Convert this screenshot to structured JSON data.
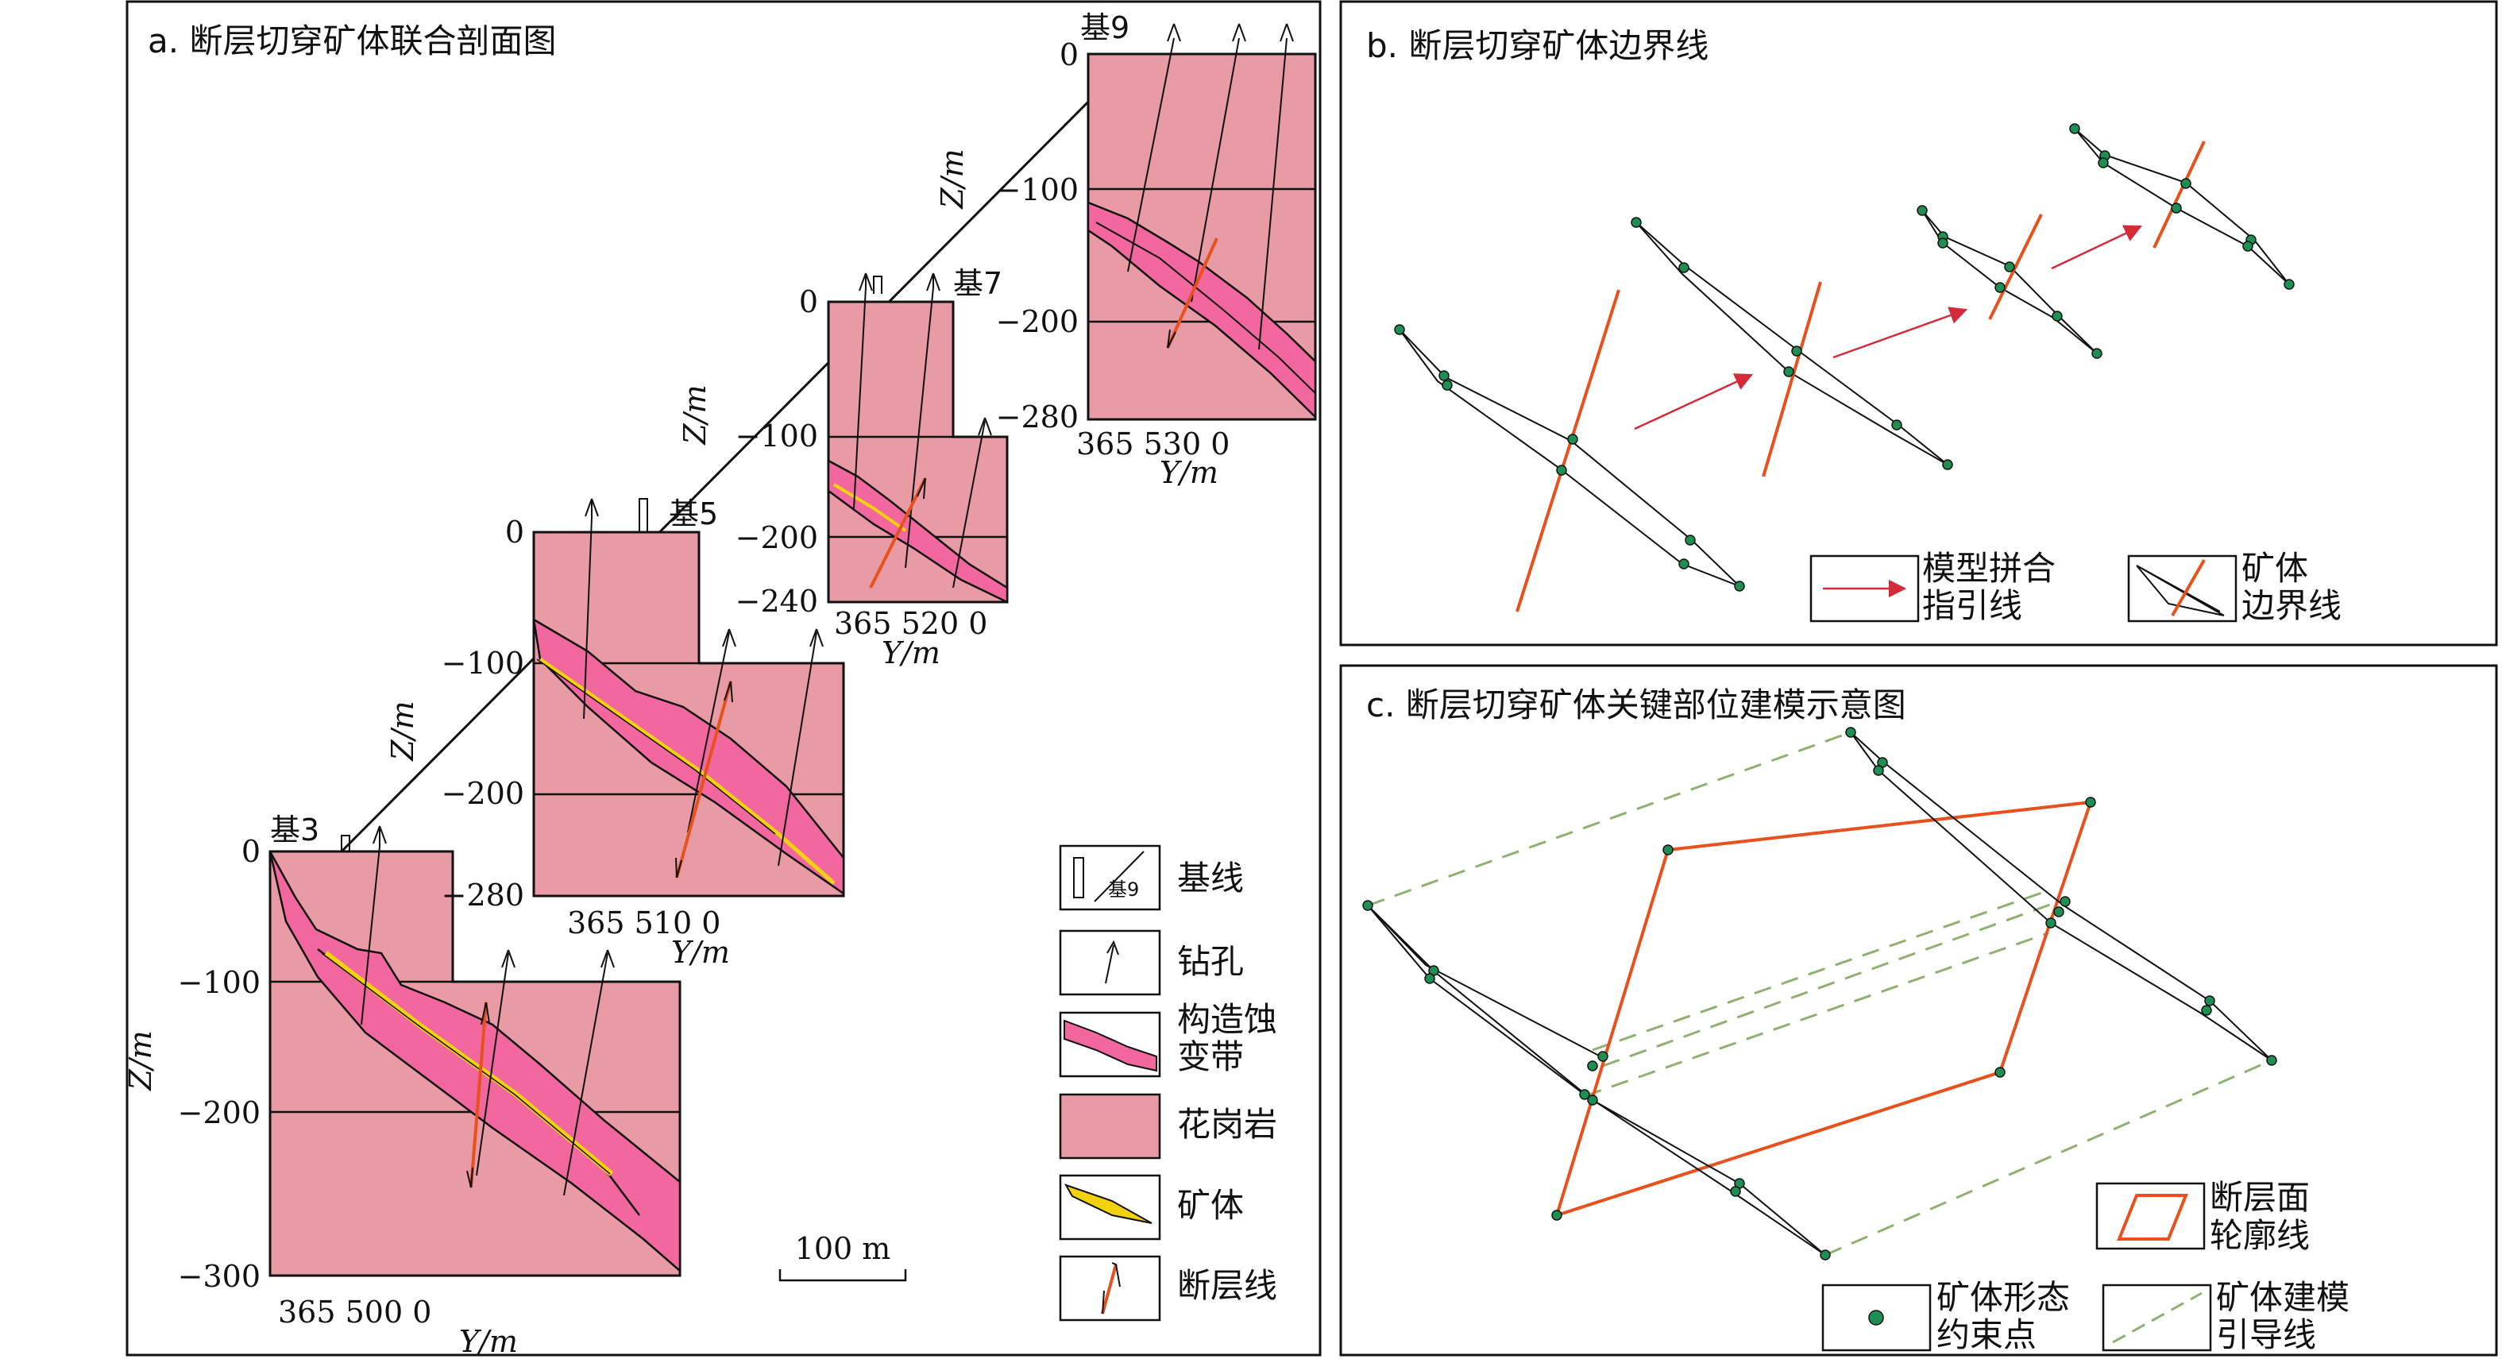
{
  "panel_a": {
    "title": "a. 断层切穿矿体联合剖面图",
    "sections": [
      {
        "name": "基3",
        "z_ticks": [
          "0",
          "−100",
          "−200",
          "−300"
        ],
        "y_label": "365 500 0",
        "y_axis": "Y/m",
        "z_axis": "Z/m"
      },
      {
        "name": "基5",
        "z_ticks": [
          "0",
          "−100",
          "−200",
          "−280"
        ],
        "y_label": "365 510 0",
        "y_axis": "Y/m",
        "z_axis": "Z/m"
      },
      {
        "name": "基7",
        "z_ticks": [
          "0",
          "−100",
          "−200",
          "−240"
        ],
        "y_label": "365 520 0",
        "y_axis": "Y/m",
        "z_axis": "Z/m"
      },
      {
        "name": "基9",
        "z_ticks": [
          "0",
          "−100",
          "−200",
          "−280"
        ],
        "y_label": "365 530 0",
        "y_axis": "Y/m",
        "z_axis": "Z/m"
      }
    ],
    "scale_label": "100 m",
    "legend": [
      {
        "symbol_text": "基9",
        "label_lines": [
          "基线"
        ]
      },
      {
        "label_lines": [
          "钻孔"
        ]
      },
      {
        "label_lines": [
          "构造蚀",
          "变带"
        ]
      },
      {
        "label_lines": [
          "花岗岩"
        ]
      },
      {
        "label_lines": [
          "矿体"
        ]
      },
      {
        "label_lines": [
          "断层线"
        ]
      }
    ]
  },
  "panel_b": {
    "title": "b. 断层切穿矿体边界线",
    "legend": [
      {
        "label_lines": [
          "模型拼合",
          "指引线"
        ]
      },
      {
        "label_lines": [
          "矿体",
          "边界线"
        ]
      }
    ]
  },
  "panel_c": {
    "title": "c. 断层切穿矿体关键部位建模示意图",
    "legend": [
      {
        "label_lines": [
          "断层面",
          "轮廓线"
        ]
      },
      {
        "label_lines": [
          "矿体形态",
          "约束点"
        ]
      },
      {
        "label_lines": [
          "矿体建模",
          "引导线"
        ]
      }
    ]
  },
  "colors": {
    "granite": "#e99ba5",
    "alteration_zone": "#f2689e",
    "orebody": "#f2d20f",
    "fault": "#e8501c",
    "guide_arrow": "#d42a3a",
    "constraint_point": "#1e8f52",
    "guide_line": "#8fb071"
  }
}
